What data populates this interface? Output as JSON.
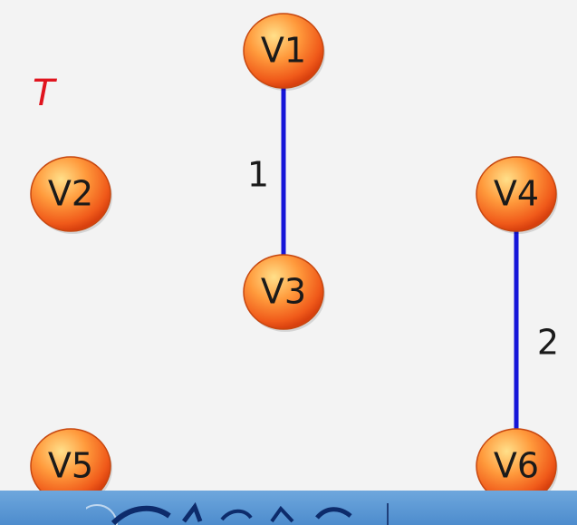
{
  "title": "T",
  "colors": {
    "node_fill": "#f37021",
    "node_highlight": "#ffd27a",
    "edge": "#1515d8",
    "title": "#e0141e",
    "footer": "#5b98d6"
  },
  "nodes": [
    {
      "id": "V1",
      "label": "V1"
    },
    {
      "id": "V2",
      "label": "V2"
    },
    {
      "id": "V3",
      "label": "V3"
    },
    {
      "id": "V4",
      "label": "V4"
    },
    {
      "id": "V5",
      "label": "V5"
    },
    {
      "id": "V6",
      "label": "V6"
    }
  ],
  "edges": [
    {
      "from": "V1",
      "to": "V3",
      "weight": "1"
    },
    {
      "from": "V4",
      "to": "V6",
      "weight": "2"
    }
  ]
}
